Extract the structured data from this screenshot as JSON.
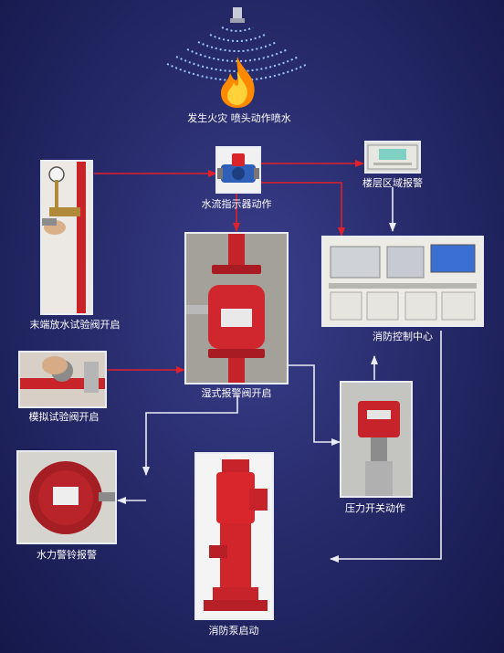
{
  "nodes": {
    "fire": {
      "label": "发生火灾  喷头动作喷水"
    },
    "flow_indicator": {
      "label": "水流指示器动作"
    },
    "floor_alarm": {
      "label": "楼层区域报警"
    },
    "end_test_valve": {
      "label": "末端放水试验阀开启"
    },
    "wet_alarm_valve": {
      "label": "湿式报警阀开启"
    },
    "control_center": {
      "label": "消防控制中心"
    },
    "sim_test_valve": {
      "label": "模拟试验阀开启"
    },
    "pressure_switch": {
      "label": "压力开关动作"
    },
    "water_bell": {
      "label": "水力警铃报警"
    },
    "pump": {
      "label": "消防泵启动"
    }
  },
  "colors": {
    "background": "#242866",
    "arrow_red": "#e0202a",
    "arrow_white": "#e9ecf5",
    "label": "#ffffff"
  }
}
